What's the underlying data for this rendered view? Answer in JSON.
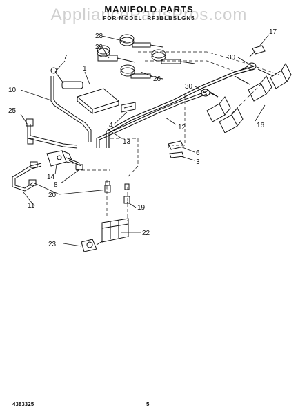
{
  "header": {
    "title": "MANIFOLD PARTS",
    "subtitle": "FOR MODEL: RF3BLBSLGN5"
  },
  "watermark": "AppliancePartsPros.com",
  "footer": {
    "doc_number": "4383325",
    "page_number": "5"
  },
  "callouts": {
    "c1": "1",
    "c3": "3",
    "c4": "4",
    "c6": "6",
    "c7": "7",
    "c8": "8",
    "c10": "10",
    "c11": "11",
    "c12": "12",
    "c13": "13",
    "c14": "14",
    "c16": "16",
    "c17": "17",
    "c19": "19",
    "c20": "20",
    "c22": "22",
    "c23": "23",
    "c25": "25",
    "c26": "26",
    "c28": "28",
    "c29": "29",
    "c30a": "30",
    "c30b": "30"
  }
}
